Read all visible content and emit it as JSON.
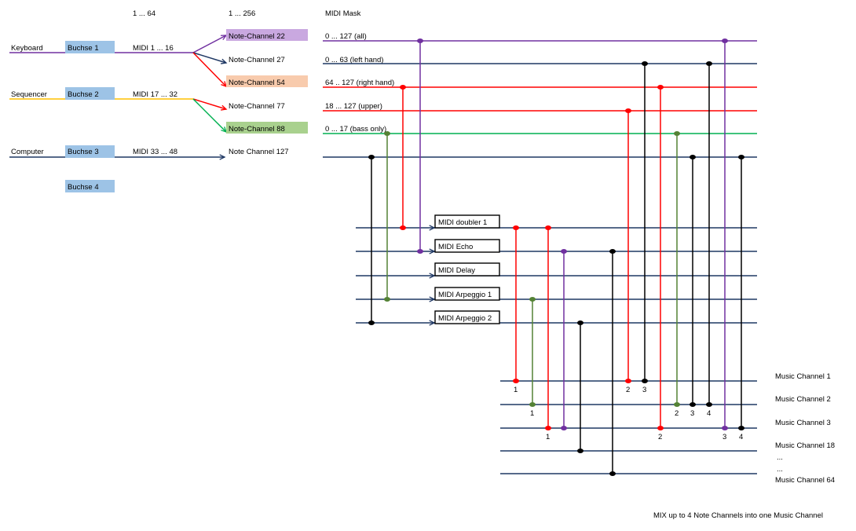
{
  "headers": {
    "ports_range": "1 ... 64",
    "channels_range": "1 ... 256",
    "mask": "MIDI Mask"
  },
  "colors": {
    "purple": "#7030a0",
    "navy": "#1f3864",
    "red": "#ff0000",
    "green": "#00b050",
    "olive": "#548235",
    "yellow": "#ffc000",
    "black": "#000000",
    "port_fill": "#9dc3e6",
    "nc_purple": "#c9a8e0",
    "nc_orange": "#f8cbad",
    "nc_green": "#a9d18e"
  },
  "sources": [
    {
      "name": "Keyboard",
      "port": "Buchse 1",
      "midi": "MIDI 1 ... 16",
      "color": "purple"
    },
    {
      "name": "Sequencer",
      "port": "Buchse 2",
      "midi": "MIDI 17 ... 32",
      "color": "yellow"
    },
    {
      "name": "Computer",
      "port": "Buchse 3",
      "midi": "MIDI 33 ... 48",
      "color": "navy"
    },
    {
      "name": "",
      "port": "Buchse 4",
      "midi": "",
      "color": ""
    }
  ],
  "note_channels": [
    {
      "label": "Note-Channel  22",
      "mask": "0 ... 127 (all)",
      "color": "purple",
      "fill": "nc_purple"
    },
    {
      "label": "Note-Channel  27",
      "mask": "0 ... 63 (left hand)",
      "color": "navy",
      "fill": ""
    },
    {
      "label": "Note-Channel  54",
      "mask": "64 .. 127 (right hand)",
      "color": "red",
      "fill": "nc_orange"
    },
    {
      "label": "Note-Channel  77",
      "mask": "18 ... 127 (upper)",
      "color": "red",
      "fill": ""
    },
    {
      "label": "Note-Channel  88",
      "mask": "0 ... 17 (bass only)",
      "color": "green",
      "fill": "nc_green"
    },
    {
      "label": "Note Channel 127",
      "mask": "",
      "color": "navy",
      "fill": ""
    }
  ],
  "effects": [
    "MIDI doubler 1",
    "MIDI Echo",
    "MIDI Delay",
    "MIDI Arpeggio 1",
    "MIDI Arpeggio 2"
  ],
  "music_channels": [
    {
      "label": "Music Channel 1"
    },
    {
      "label": "Music Channel 2"
    },
    {
      "label": "Music Channel 3"
    },
    {
      "label": "Music Channel 18"
    },
    {
      "label": "Music Channel 64"
    }
  ],
  "ellipsis": [
    "...",
    "..."
  ],
  "connections": [
    {
      "from": "nc54",
      "to": "fx0",
      "color": "red"
    },
    {
      "from": "nc22",
      "to": "fx1",
      "color": "purple"
    },
    {
      "from": "nc88",
      "to": "fx3",
      "color": "olive"
    },
    {
      "from": "nc127",
      "to": "fx4",
      "color": "black"
    },
    {
      "from": "fx0",
      "to": "mc0",
      "color": "red",
      "slot": "1"
    },
    {
      "from": "fx3",
      "to": "mc1",
      "color": "olive",
      "slot": "1"
    },
    {
      "from": "fx0",
      "to": "mc2",
      "color": "red",
      "slot": "1"
    },
    {
      "from": "fx1",
      "to": "mc2",
      "color": "purple",
      "slot": ""
    },
    {
      "from": "fx4",
      "to": "mc3",
      "color": "black",
      "slot": ""
    },
    {
      "from": "fx1",
      "to": "mc4",
      "color": "black",
      "slot": ""
    },
    {
      "from": "nc77",
      "to": "mc0",
      "color": "red",
      "slot": "2"
    },
    {
      "from": "nc27",
      "to": "mc0",
      "color": "black",
      "slot": "3"
    },
    {
      "from": "nc54",
      "to": "mc2",
      "color": "red",
      "slot": "2"
    },
    {
      "from": "nc88",
      "to": "mc1",
      "color": "olive",
      "slot": "2"
    },
    {
      "from": "nc127",
      "to": "mc1",
      "color": "black",
      "slot": "3"
    },
    {
      "from": "nc27",
      "to": "mc1",
      "color": "black",
      "slot": "4"
    },
    {
      "from": "nc22",
      "to": "mc2",
      "color": "purple",
      "slot": "3"
    },
    {
      "from": "nc127",
      "to": "mc2",
      "color": "black",
      "slot": "4"
    }
  ],
  "footer": "MIX up to 4 Note Channels into one Music Channel"
}
